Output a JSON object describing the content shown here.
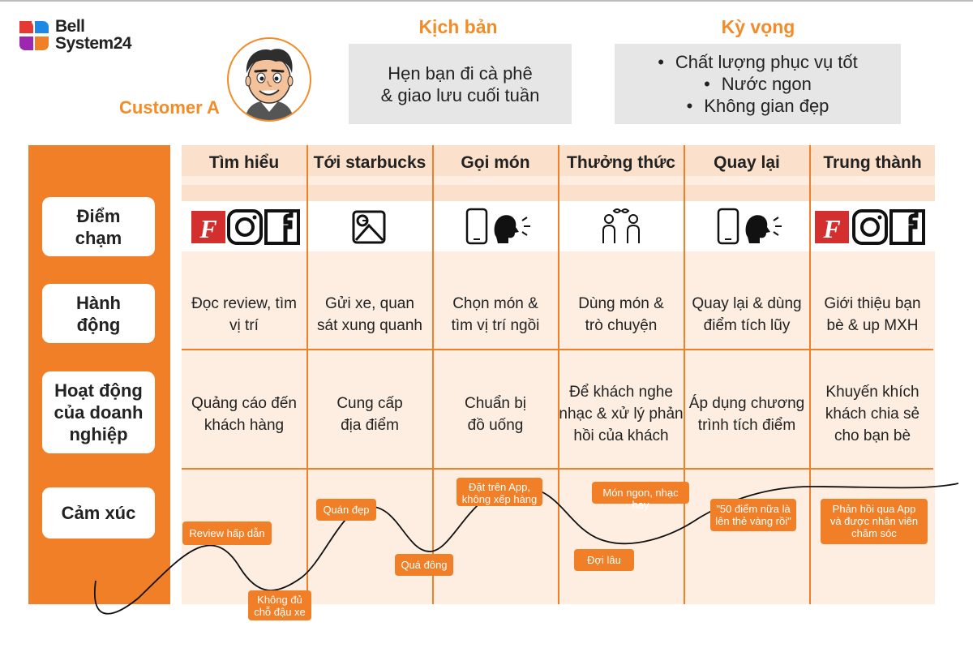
{
  "brand": {
    "line1": "Bell",
    "line2": "System24",
    "colors": {
      "orange": "#f07f27",
      "blue": "#1e88e5",
      "purple": "#9c27b0",
      "red": "#e53935"
    }
  },
  "persona": {
    "name": "Customer A",
    "avatar_icon": "cartoon-man-face"
  },
  "scenario": {
    "title": "Kịch bản",
    "lines": [
      "Hẹn bạn đi cà phê",
      "& giao lưu cuối tuần"
    ]
  },
  "expectations": {
    "title": "Kỳ vọng",
    "items": [
      "Chất lượng phục vụ tốt",
      "Nước ngon",
      "Không gian đẹp"
    ]
  },
  "rows": {
    "touchpoints": [
      "Điểm",
      "chạm"
    ],
    "actions": [
      "Hành",
      "động"
    ],
    "business": [
      "Hoạt động",
      "của doanh",
      "nghiệp"
    ],
    "emotion": [
      "Cảm xúc"
    ]
  },
  "stages": [
    {
      "name": "Tìm hiểu",
      "icons": [
        "foody-icon",
        "instagram-icon",
        "facebook-icon"
      ],
      "action": [
        "Đọc review, tìm",
        "vị trí"
      ],
      "business": [
        "Quảng cáo đến",
        "khách hàng"
      ]
    },
    {
      "name": "Tới starbucks",
      "icons": [
        "map-icon"
      ],
      "action": [
        "Gửi xe, quan",
        "sát xung quanh"
      ],
      "business": [
        "Cung cấp",
        "địa điểm"
      ]
    },
    {
      "name": "Gọi món",
      "icons": [
        "phone-icon",
        "speaking-icon"
      ],
      "action": [
        "Chọn món &",
        "tìm vị trí ngồi"
      ],
      "business": [
        "Chuẩn bị",
        "đồ uống"
      ]
    },
    {
      "name": "Thưởng thức",
      "icons": [
        "conversation-icon"
      ],
      "action": [
        "Dùng món &",
        "trò chuyện"
      ],
      "business": [
        "Để khách nghe",
        "nhạc & xử lý phản",
        "hồi của khách"
      ]
    },
    {
      "name": "Quay lại",
      "icons": [
        "phone-icon",
        "speaking-icon"
      ],
      "action": [
        "Quay lại & dùng",
        "điểm tích lũy"
      ],
      "business": [
        "Áp dụng chương",
        "trình tích điểm"
      ]
    },
    {
      "name": "Trung thành",
      "icons": [
        "foody-icon",
        "instagram-icon",
        "facebook-icon"
      ],
      "action": [
        "Giới thiệu bạn",
        "bè & up MXH"
      ],
      "business": [
        "Khuyến khích",
        "khách chia sẻ",
        "cho bạn bè"
      ]
    }
  ],
  "emotion_notes": [
    {
      "lines": [
        "Review hấp dẫn"
      ]
    },
    {
      "lines": [
        "Không đủ",
        "chỗ đậu xe"
      ]
    },
    {
      "lines": [
        "Quán đẹp"
      ]
    },
    {
      "lines": [
        "Quá đông"
      ]
    },
    {
      "lines": [
        "Đặt trên App,",
        "không xếp hàng"
      ]
    },
    {
      "lines": [
        "Món ngon, nhạc hay"
      ]
    },
    {
      "lines": [
        "Đợi lâu"
      ]
    },
    {
      "lines": [
        "\"50 điểm nữa là",
        "lên thẻ vàng rồi\""
      ]
    },
    {
      "lines": [
        "Phản hồi qua App",
        "và được nhân viên",
        "chăm sóc"
      ]
    }
  ]
}
